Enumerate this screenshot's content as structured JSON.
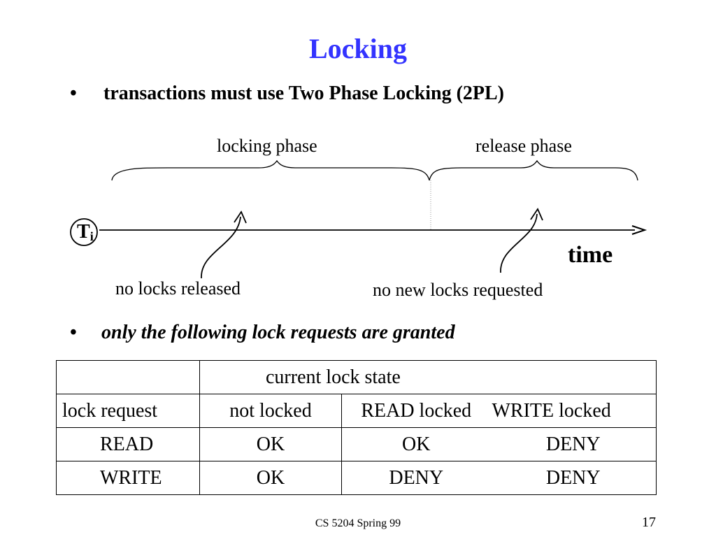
{
  "slide": {
    "title": "Locking",
    "bullets": [
      "transactions must use Two Phase Locking (2PL)",
      "only the following lock requests are granted"
    ],
    "bullet_glyph": "•",
    "diagram": {
      "locking_phase": "locking phase",
      "release_phase": "release phase",
      "transaction_letter": "T",
      "transaction_sub": "i",
      "time_label": "time",
      "no_locks_released": "no locks released",
      "no_new_locks": "no new locks requested"
    },
    "table": {
      "group_header": "current lock state",
      "columns": [
        "lock request",
        "not locked",
        "READ locked",
        "WRITE locked"
      ],
      "rows": [
        [
          "READ",
          "OK",
          "OK",
          "DENY"
        ],
        [
          "WRITE",
          "OK",
          "DENY",
          "DENY"
        ]
      ]
    },
    "footer": "CS 5204 Spring 99",
    "page_number": "17"
  }
}
